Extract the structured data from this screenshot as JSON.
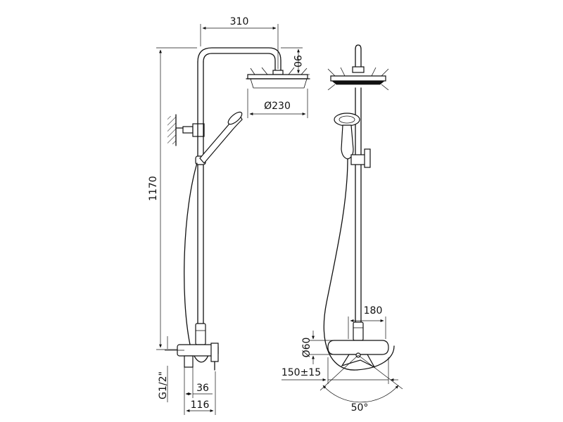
{
  "dimensions": {
    "overhang": "310",
    "head_drop": "90",
    "head_diameter": "Ø230",
    "height": "1170",
    "inlet_thread": "G1/2\"",
    "wall_offset_small": "36",
    "wall_offset_large": "116",
    "mixer_width": "180",
    "mixer_diameter": "Ø60",
    "inlet_spacing": "150±15",
    "swivel_angle": "50°"
  }
}
